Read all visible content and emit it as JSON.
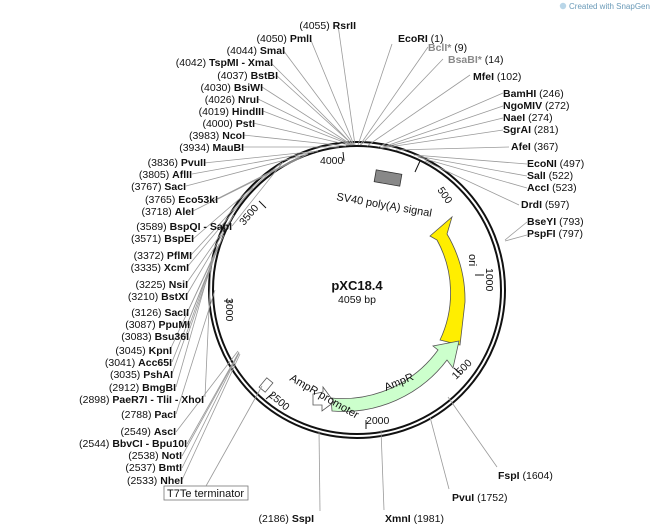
{
  "credit": "Created with SnapGene®",
  "plasmid": {
    "name": "pXC18.4",
    "length_label": "4059 bp",
    "length": 4059
  },
  "ticks": [
    "500",
    "1000",
    "1500",
    "2000",
    "2500",
    "3000",
    "3500",
    "4000"
  ],
  "features": {
    "sv40": "SV40 poly(A) signal",
    "ori": "ori",
    "ampr": "AmpR",
    "ampr_promoter": "AmpR promoter",
    "t7te": "T7Te terminator"
  },
  "colors": {
    "ori": "#ffee00",
    "ampr": "#ccffcc",
    "sv40": "#888888",
    "promoter": "#ffffff"
  },
  "right_sites": [
    {
      "name": "EcoRI",
      "pos": "(1)"
    },
    {
      "name": "BclI*",
      "pos": "(9)",
      "muted": true
    },
    {
      "name": "BsaBI*",
      "pos": "(14)",
      "muted": true
    },
    {
      "name": "MfeI",
      "pos": "(102)"
    },
    {
      "name": "BamHI",
      "pos": "(246)"
    },
    {
      "name": "NgoMIV",
      "pos": "(272)"
    },
    {
      "name": "NaeI",
      "pos": "(274)"
    },
    {
      "name": "SgrAI",
      "pos": "(281)"
    },
    {
      "name": "AfeI",
      "pos": "(367)"
    },
    {
      "name": "EcoNI",
      "pos": "(497)"
    },
    {
      "name": "SalI",
      "pos": "(522)"
    },
    {
      "name": "AccI",
      "pos": "(523)"
    },
    {
      "name": "DrdI",
      "pos": "(597)"
    },
    {
      "name": "BseYI",
      "pos": "(793)"
    },
    {
      "name": "PspFI",
      "pos": "(797)"
    },
    {
      "name": "FspI",
      "pos": "(1604)"
    },
    {
      "name": "PvuI",
      "pos": "(1752)"
    },
    {
      "name": "XmnI",
      "pos": "(1981)"
    }
  ],
  "left_sites": [
    {
      "name": "RsrII",
      "pos": "(4055)"
    },
    {
      "name": "PmlI",
      "pos": "(4050)"
    },
    {
      "name": "SmaI",
      "pos": "(4044)"
    },
    {
      "name": "TspMI - XmaI",
      "pos": "(4042)"
    },
    {
      "name": "BstBI",
      "pos": "(4037)"
    },
    {
      "name": "BsiWI",
      "pos": "(4030)"
    },
    {
      "name": "NruI",
      "pos": "(4026)"
    },
    {
      "name": "HindIII",
      "pos": "(4019)"
    },
    {
      "name": "PstI",
      "pos": "(4000)"
    },
    {
      "name": "NcoI",
      "pos": "(3983)"
    },
    {
      "name": "MauBI",
      "pos": "(3934)"
    },
    {
      "name": "PvuII",
      "pos": "(3836)"
    },
    {
      "name": "AflII",
      "pos": "(3805)"
    },
    {
      "name": "SacI",
      "pos": "(3767)"
    },
    {
      "name": "Eco53kI",
      "pos": "(3765)"
    },
    {
      "name": "AleI",
      "pos": "(3718)"
    },
    {
      "name": "BspQI - SapI",
      "pos": "(3589)"
    },
    {
      "name": "BspEI",
      "pos": "(3571)"
    },
    {
      "name": "PflMI",
      "pos": "(3372)"
    },
    {
      "name": "XcmI",
      "pos": "(3335)"
    },
    {
      "name": "NsiI",
      "pos": "(3225)"
    },
    {
      "name": "BstXI",
      "pos": "(3210)"
    },
    {
      "name": "SacII",
      "pos": "(3126)"
    },
    {
      "name": "PpuMI",
      "pos": "(3087)"
    },
    {
      "name": "Bsu36I",
      "pos": "(3083)"
    },
    {
      "name": "KpnI",
      "pos": "(3045)"
    },
    {
      "name": "Acc65I",
      "pos": "(3041)"
    },
    {
      "name": "PshAI",
      "pos": "(3035)"
    },
    {
      "name": "BmgBI",
      "pos": "(2912)"
    },
    {
      "name": "PaeR7I - TliI - XhoI",
      "pos": "(2898)"
    },
    {
      "name": "PacI",
      "pos": "(2788)"
    },
    {
      "name": "AscI",
      "pos": "(2549)"
    },
    {
      "name": "BbvCI - Bpu10I",
      "pos": "(2544)"
    },
    {
      "name": "NotI",
      "pos": "(2538)"
    },
    {
      "name": "BmtI",
      "pos": "(2537)"
    },
    {
      "name": "NheI",
      "pos": "(2533)"
    },
    {
      "name": "SspI",
      "pos": "(2186)"
    }
  ]
}
